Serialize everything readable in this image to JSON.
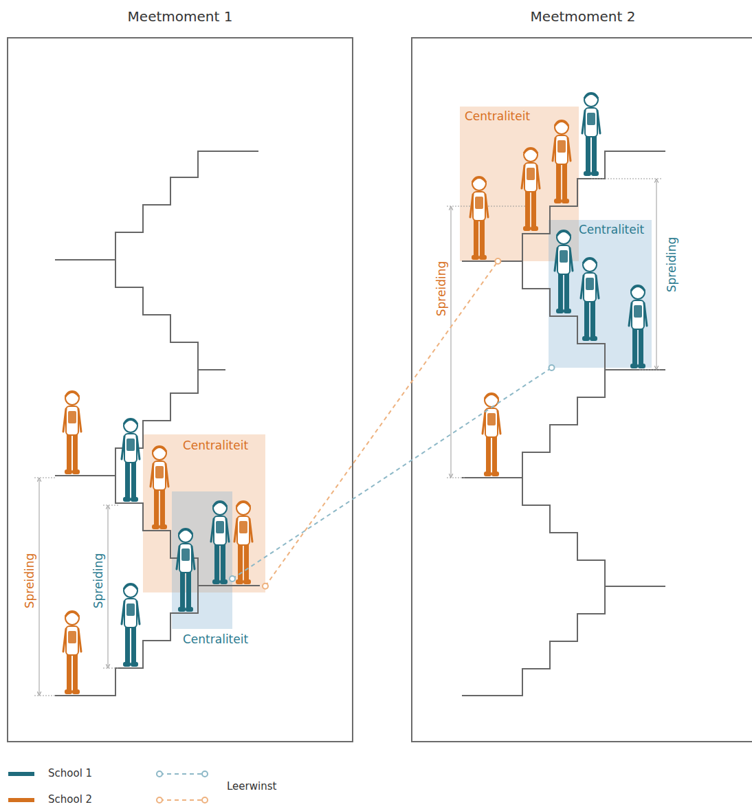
{
  "diagram": {
    "nodes": [
      {
        "text": [
          "Meetmoment 1"
        ]
      },
      {
        "text": [
          "Centraliteit"
        ],
        "in": 0
      },
      {
        "text": [
          "Centraliteit"
        ],
        "in": 0
      },
      {
        "text": [
          "Meetmoment 2"
        ]
      },
      {
        "text": [
          "Centraliteit"
        ],
        "in": 3
      },
      {
        "text": [
          "Centraliteit"
        ],
        "in": 3
      }
    ],
    "edges": [
      {
        "from": 2,
        "to": 5,
        "arrow": "none"
      },
      {
        "from": 1,
        "to": 4,
        "arrow": "none"
      }
    ],
    "labels": [
      "Spreiding",
      "Spreiding",
      "Spreiding",
      "Spreiding"
    ],
    "legend": [
      {
        "text": "School 1",
        "color": "#1f6b7c"
      },
      {
        "text": "School 2",
        "color": "#d4711f"
      },
      {
        "text": "Leerwinst"
      }
    ]
  }
}
